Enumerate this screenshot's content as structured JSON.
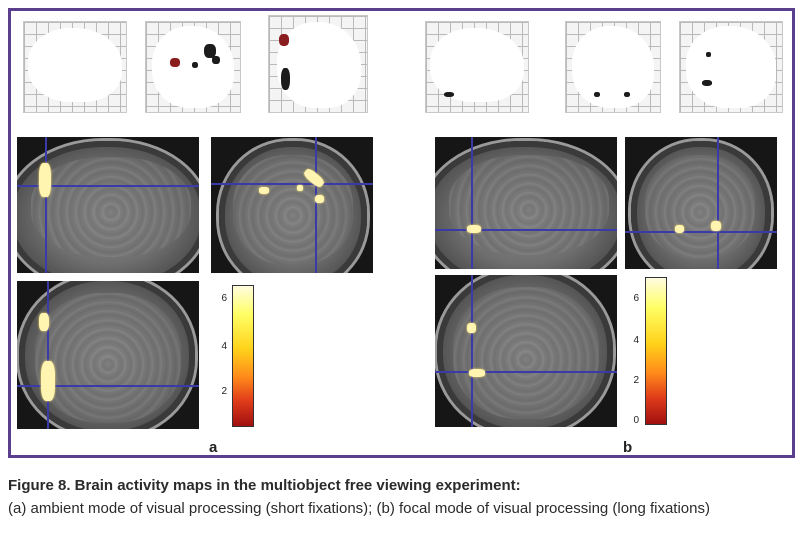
{
  "panels": {
    "a": {
      "label": "a",
      "colorbar_ticks": [
        "6",
        "4",
        "2"
      ]
    },
    "b": {
      "label": "b",
      "colorbar_ticks": [
        "6",
        "4",
        "2",
        "0"
      ]
    }
  },
  "caption": {
    "title": "Figure 8. Brain activity maps in the multiobject free viewing experiment:",
    "body": "(a) ambient mode of visual processing (short fixations); (b) focal mode of visual processing (long fixations)"
  },
  "colors": {
    "frame": "#5b3f8c",
    "crosshair": "#3a3aa8",
    "activation": "#fff4b0"
  }
}
